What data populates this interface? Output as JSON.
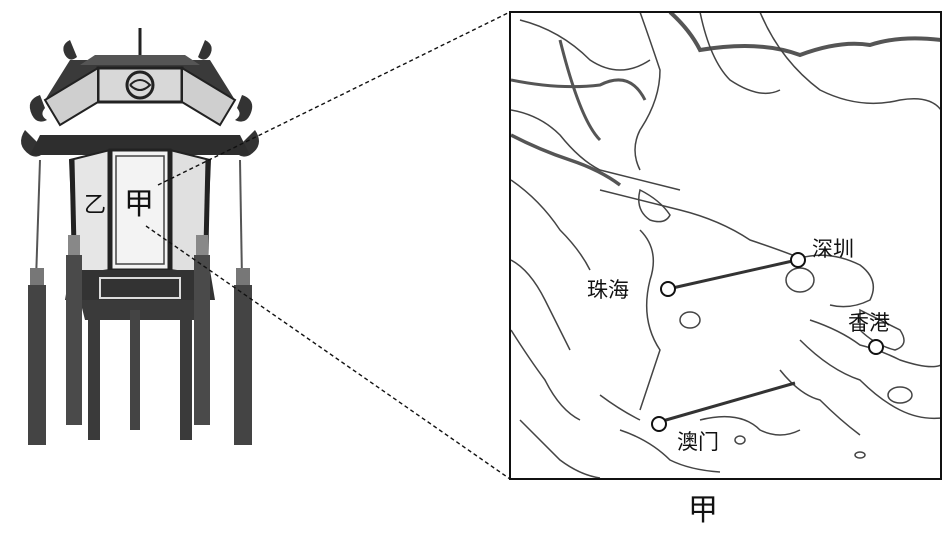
{
  "lantern": {
    "panel_label_jia": "甲",
    "panel_label_yi": "乙"
  },
  "map": {
    "caption": "甲",
    "cities": {
      "zhuhai": "珠海",
      "shenzhen": "深圳",
      "hongkong": "香港",
      "macau": "澳门"
    }
  }
}
